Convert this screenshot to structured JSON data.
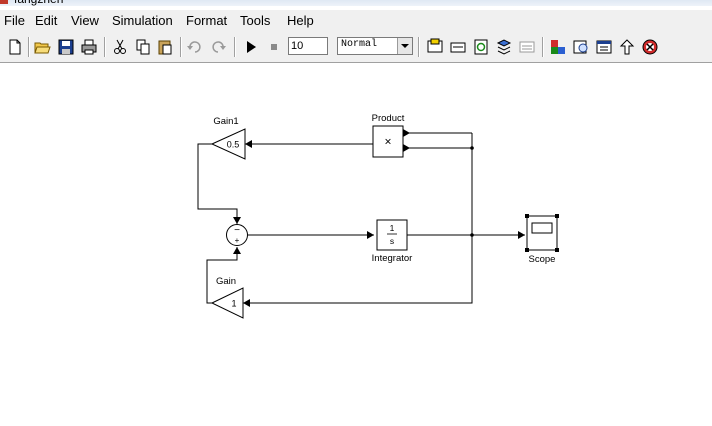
{
  "window": {
    "title": "fangzhen"
  },
  "menu": [
    "File",
    "Edit",
    "View",
    "Simulation",
    "Format",
    "Tools",
    "Help"
  ],
  "toolbar": {
    "stop_time": "10",
    "sim_mode": "Normal"
  },
  "blocks": {
    "gain1": {
      "name": "Gain1",
      "value": "0.5"
    },
    "gain": {
      "name": "Gain",
      "value": "1"
    },
    "product": {
      "name": "Product",
      "symbol": "×"
    },
    "sum": {
      "minus": "−",
      "plus": "+"
    },
    "integrator": {
      "name": "Integrator",
      "num": "1",
      "den": "s"
    },
    "scope": {
      "name": "Scope"
    }
  }
}
